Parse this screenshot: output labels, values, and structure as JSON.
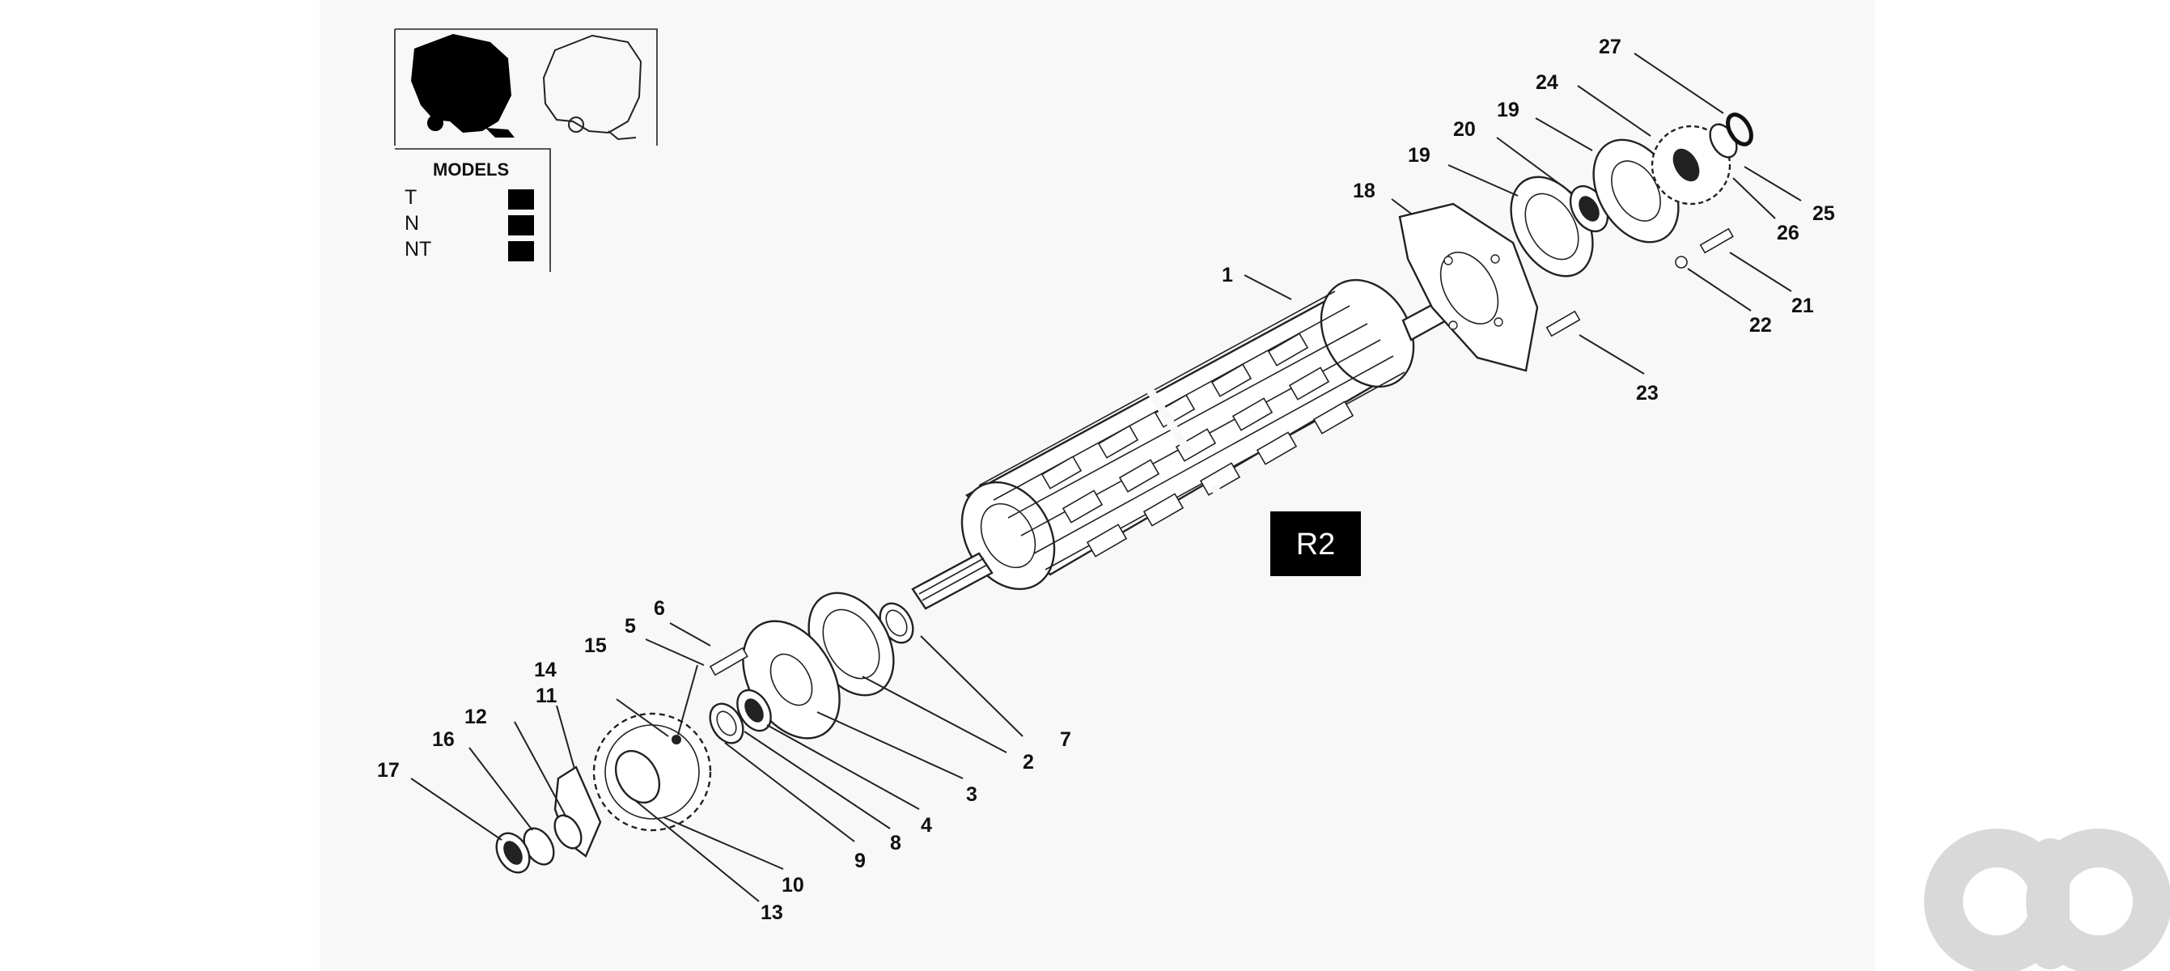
{
  "colors": {
    "canvas": "#f8f8f8",
    "ink": "#111111",
    "badge": "#000000",
    "badge_text": "#ffffff",
    "watermark": "#d9d9d9"
  },
  "models": {
    "title": "MODELS",
    "rows": [
      {
        "label": "T",
        "selected": true
      },
      {
        "label": "N",
        "selected": true
      },
      {
        "label": "NT",
        "selected": true
      }
    ]
  },
  "badge": {
    "label": "R2"
  },
  "callouts": [
    "1",
    "2",
    "3",
    "4",
    "5",
    "6",
    "7",
    "8",
    "9",
    "10",
    "11",
    "12",
    "13",
    "14",
    "15",
    "16",
    "17",
    "18",
    "19",
    "19",
    "20",
    "21",
    "22",
    "23",
    "24",
    "25",
    "26",
    "27"
  ],
  "watermark": {
    "icon": "ao-logo-icon"
  }
}
